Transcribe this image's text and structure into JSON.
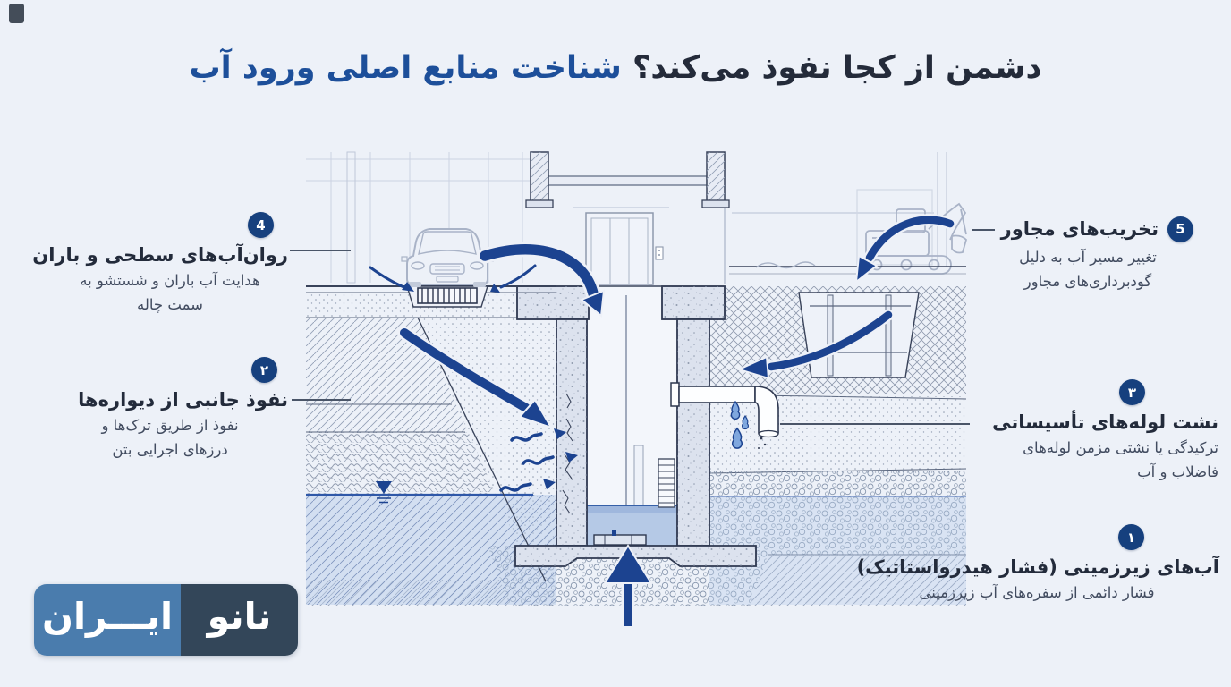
{
  "title": {
    "question": "دشمن از کجا نفوذ می‌کند؟",
    "highlight": "شناخت منابع اصلی ورود آب"
  },
  "callouts": {
    "runoff": {
      "number": "4",
      "title": "روان‌آب‌های سطحی و باران",
      "desc1": "هدایت آب باران و شستشو به",
      "desc2": "سمت چاله"
    },
    "lateral": {
      "number": "۲",
      "title": "نفوذ جانبی از دیواره‌ها",
      "desc1": "نفوذ از طریق ترک‌ها و",
      "desc2": "درزهای اجرایی بتن"
    },
    "demolition": {
      "number": "5",
      "title": "تخریب‌های مجاور",
      "desc1": "تغییر مسیر آب به دلیل",
      "desc2": "گودبرداری‌های مجاور"
    },
    "pipes": {
      "number": "۳",
      "title": "نشت لوله‌های تأسیساتی",
      "desc1": "ترکیدگی یا نشتی مزمن لوله‌های",
      "desc2": "فاضلاب و آب"
    },
    "groundwater": {
      "number": "۱",
      "title": "آب‌های زیرزمینی (فشار هیدرواستاتیک)",
      "desc1": "فشار دائمی از سفره‌های آب زیرزمینی",
      "desc2": ""
    }
  },
  "logo": {
    "name_right": "نانو",
    "name_left": "ایـــران"
  },
  "colors": {
    "accent": "#1d4f9a",
    "badge": "#16407e",
    "arrow": "#1c4390",
    "water": "#c7d6eb",
    "logo_dark": "#334659",
    "logo_blue": "#4a7cad",
    "background": "#edf1f8"
  },
  "diagram": {
    "type": "technical-cross-section",
    "elements": [
      "parked-car",
      "floor-drain",
      "elevator-door",
      "elevator-pit",
      "groundwater-table",
      "water-table-symbol",
      "leaking-pipe",
      "water-droplets",
      "excavator",
      "excavation-pit",
      "infiltration-arrows"
    ]
  }
}
